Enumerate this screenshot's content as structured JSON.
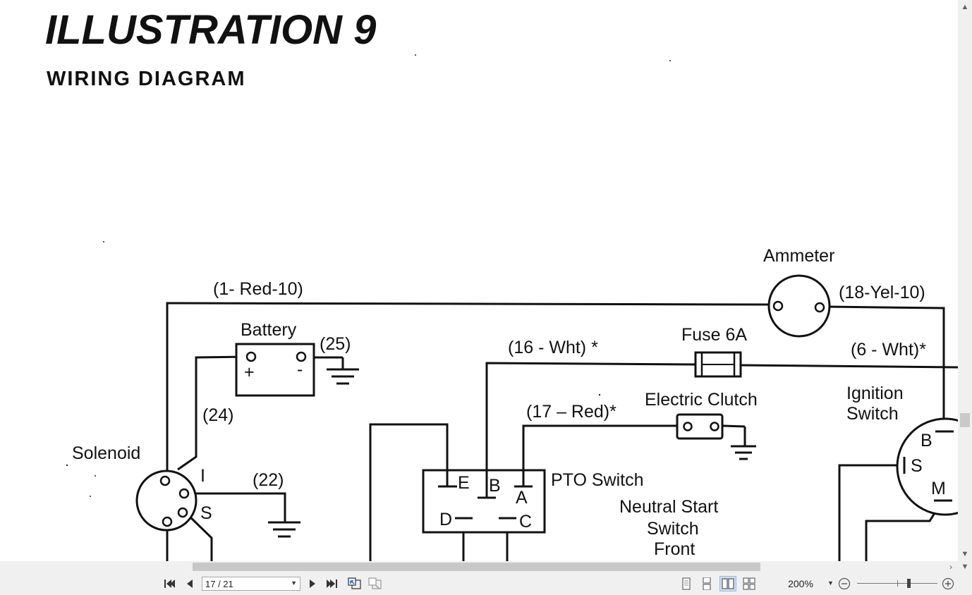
{
  "document": {
    "title": "ILLUSTRATION 9",
    "subtitle": "WIRING DIAGRAM"
  },
  "diagram": {
    "labels": {
      "ammeter": "Ammeter",
      "wire_1_red_10": "(1- Red-10)",
      "wire_18_yel_10": "(18-Yel-10)",
      "battery": "Battery",
      "wire_25": "(25)",
      "battery_plus": "+",
      "battery_minus": "-",
      "fuse": "Fuse 6A",
      "wire_16_wht": "(16 - Wht) *",
      "wire_6_wht": "(6 - Wht)*",
      "ignition_switch_1": "Ignition",
      "ignition_switch_2": "Switch",
      "wire_24": "(24)",
      "wire_17_red": "(17 – Red)*",
      "electric_clutch": "Electric Clutch",
      "solenoid": "Solenoid",
      "solenoid_i": "I",
      "solenoid_s": "S",
      "wire_22": "(22)",
      "pto_e": "E",
      "pto_b": "B",
      "pto_a": "A",
      "pto_d": "D",
      "pto_c": "C",
      "pto_switch": "PTO Switch",
      "neutral_1": "Neutral Start",
      "neutral_2": "Switch",
      "neutral_3": "Front",
      "ign_b": "B",
      "ign_s": "S",
      "ign_m": "M"
    }
  },
  "toolbar": {
    "page_indicator": "17 / 21",
    "zoom": "200%",
    "icons": {
      "first": "first-page-icon",
      "prev": "previous-page-icon",
      "next": "next-page-icon",
      "last": "last-page-icon",
      "back": "previous-view-icon",
      "forward": "next-view-icon",
      "single": "single-page-view-icon",
      "continuous": "continuous-view-icon",
      "facing": "facing-pages-view-icon",
      "cover": "cover-page-view-icon",
      "zoom_out": "zoom-out-icon",
      "zoom_in": "zoom-in-icon"
    }
  }
}
